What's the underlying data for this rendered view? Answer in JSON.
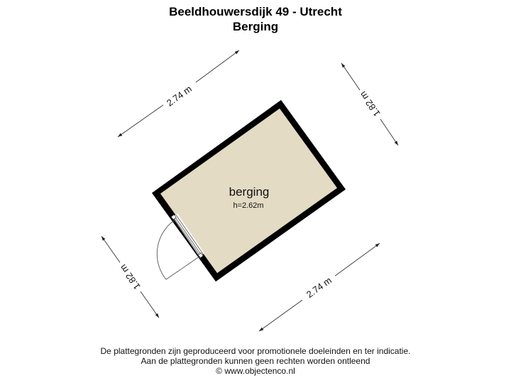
{
  "header": {
    "address": "Beeldhouwersdijk 49 - Utrecht",
    "floor": "Berging"
  },
  "room": {
    "name": "berging",
    "height": "h=2.62m",
    "fill_color": "#e3dbc4",
    "wall_color": "#000000"
  },
  "dimensions": {
    "top_left": "2.74 m",
    "top_right": "1.82 m",
    "bottom_left": "1.82 m",
    "bottom_right": "2.74 m"
  },
  "footer": {
    "line1": "De plattegronden zijn geproduceerd voor promotionele doeleinden en ter indicatie.",
    "line2": "Aan de plattegronden kunnen geen rechten worden ontleend",
    "line3": "© www.objectenco.nl"
  }
}
